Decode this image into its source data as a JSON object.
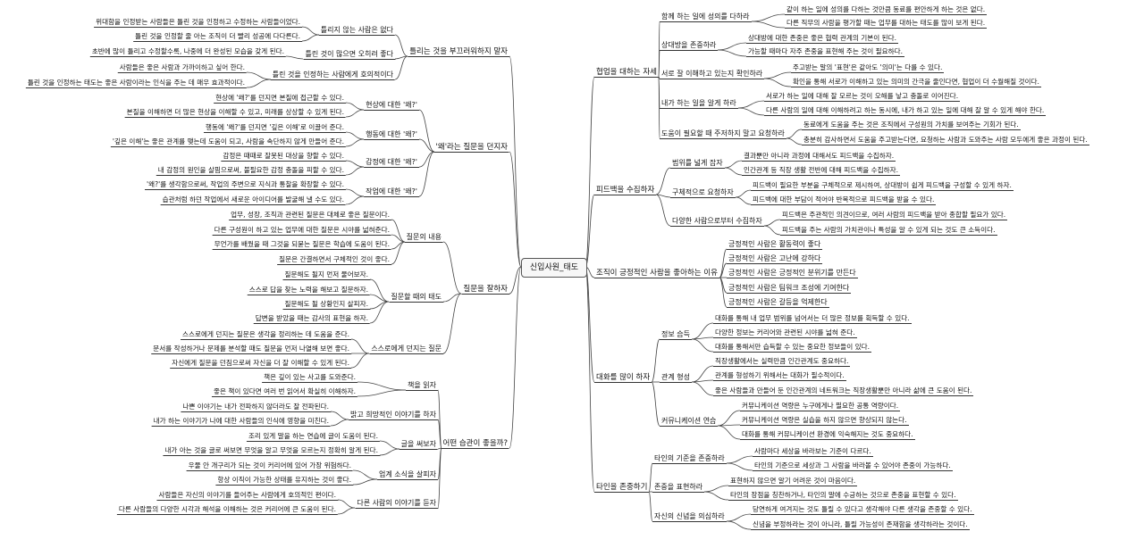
{
  "root": "신입사원_태도",
  "right": [
    {
      "label": "협업을 대하는 자세",
      "children": [
        {
          "label": "함께 하는 일에 성의를 다하라",
          "children": [
            "같이 하는 일에 성의를 다하는 것만큼 동료를 편안하게 하는 것은 없다.",
            "다른 직무의 사람을 평가할 때는 업무를 대하는 태도를 많이 보게 된다."
          ]
        },
        {
          "label": "상대방을 존중하라",
          "children": [
            "상대방에 대한 존중은 좋은 협력 관계의 기본이 된다.",
            "가능할 때마다 자주 존중을 표현해 주는 것이 필요하다."
          ]
        },
        {
          "label": "서로 잘 이해하고 있는지 확인하라",
          "children": [
            "주고받는 말의 '표현'은 같아도 '의미'는 다를 수 있다.",
            "확인을 통해 서로가 이해하고 있는 의미의 간극을 줄인다면, 협업이 더 수월해질 것이다."
          ]
        },
        {
          "label": "내가 하는 일을 알게 하라",
          "children": [
            "서로가 하는 일에 대해 잘 모르는 것이 오해를 낳고 충돌로 이어진다.",
            "다른 사람의 일에 대해 이해하려고 하는 동시에, 내가 하고 있는 일에 대해 잘 알 수 있게 해야 한다."
          ]
        },
        {
          "label": "도움이 필요할 때 주저하지 말고 요청하라",
          "children": [
            "동료에게 도움을 주는 것은 조직에서 구성원의 가치를 보여주는 기회가 된다.",
            "충분히 감사하면서 도움을 주고받는다면, 요청하는 사람과 도와주는 사람 모두에게 좋은 과정이 된다."
          ]
        }
      ]
    },
    {
      "label": "피드백을 수집하자",
      "children": [
        {
          "label": "범위를 넓게 잡자",
          "children": [
            "결과뿐만 아니라 과정에 대해서도 피드백을 수집하자.",
            "인간관계 등 직장 생활 전반에 대해 피드백을 수집하자."
          ]
        },
        {
          "label": "구체적으로 요청하자",
          "children": [
            "피드백이 필요한 부분을 구체적으로 제시하여, 상대방이 쉽게 피드백을 구성할 수 있게 하자.",
            "피드백에 대한 부담이 적어야 반복적으로 피드백을 받을 수 있다."
          ]
        },
        {
          "label": "다양한 사람으로부터 수집하자",
          "children": [
            "피드백은 주관적인 의견이므로, 여러 사람의 피드백을 받아 종합할 필요가 있다.",
            "피드백을 주는 사람의 가치관이나 특성을 알 수 있게 되는 것도 큰 소득이다."
          ]
        }
      ]
    },
    {
      "label": "조직이 긍정적인 사람을 좋아하는 이유",
      "children": [
        {
          "label": "긍정적인 사람은 활동력이 좋다",
          "children": []
        },
        {
          "label": "긍정적인 사람은 고난에 강하다",
          "children": []
        },
        {
          "label": "긍정적인 사람은 긍정적인 분위기를 만든다",
          "children": []
        },
        {
          "label": "긍정적인 사람은 팀워크 조성에 기여한다",
          "children": []
        },
        {
          "label": "긍정적인 사람은 갈등을 억제한다",
          "children": []
        }
      ]
    },
    {
      "label": "대화를 많이 하자",
      "children": [
        {
          "label": "정보 습득",
          "children": [
            "대화를 통해 내 업무 범위를 넘어서는 더 많은 정보를 획득할 수 있다.",
            "다양한 정보는 커리어와 관련된 시야를 넓혀 준다.",
            "대화를 통해서만 습득할 수 있는 중요한 정보들이 있다."
          ]
        },
        {
          "label": "관계 형성",
          "children": [
            "직장생활에서는 실력만큼 인간관계도 중요하다.",
            "관계를 형성하기 위해서는 대화가 필수적이다.",
            "좋은 사람들과 만들어 둔 인간관계의 네트워크는 직장생활뿐만 아니라 삶에 큰 도움이 된다."
          ]
        },
        {
          "label": "커뮤니케이션 연습",
          "children": [
            "커뮤니케이션 역량은 누구에게나 필요한 공통 역량이다.",
            "커뮤니케이션 역량은 실습을 하지 않으면 향상되지 않는다.",
            "대화를 통해 커뮤니케이션 환경에 익숙해지는 것도 중요하다."
          ]
        }
      ]
    },
    {
      "label": "타인을 존중하기",
      "children": [
        {
          "label": "타인의 기준을 존중하라",
          "children": [
            "사람마다 세상을 바라보는 기준이 다르다.",
            "타인의 기준으로 세상과 그 사람을 바라볼 수 있어야 존중이 가능하다."
          ]
        },
        {
          "label": "존중을 표현하라",
          "children": [
            "표현하지 않으면 알기 어려운 것이 마음이다.",
            "타인의 장점을 칭찬하거나, 타인의 말에 수긍하는 것으로 존중을 표현할 수 있다."
          ]
        },
        {
          "label": "자신의 신념을 의심하라",
          "children": [
            "당연하게 여겨지는 것도 틀릴 수 있다고 생각해야 다른 생각을 존중할 수 있다.",
            "신념을 부정하라는 것이 아니라, 틀릴 가능성이 존재함을 생각하라는 것이다."
          ]
        }
      ]
    }
  ],
  "left": [
    {
      "label": "틀리는 것을 부끄러워하지 말자",
      "children": [
        {
          "label": "틀리지 않는 사람은 없다",
          "children": [
            "위대함을 인정받는 사람들은 틀린 것을 인정하고 수정하는 사람들이었다.",
            "틀린 것을 인정할 줄 아는 조직이 더 빨리 성공에 다다른다."
          ]
        },
        {
          "label": "틀린 것이 많으면 오히려 좋다",
          "children": [
            "초반에 많이 틀리고 수정할수록, 나중에 더 완성된 모습을 갖게 된다."
          ]
        },
        {
          "label": "틀린 것을 인정하는 사람에게 호의적이다",
          "children": [
            "사람들은 좋은 사람과 가까이하고 싶어 한다.",
            "틀린 것을 인정하는 태도는 좋은 사람이라는 인식을 주는 데 매우 효과적이다."
          ]
        }
      ]
    },
    {
      "label": "'왜'라는 질문을 던지자",
      "children": [
        {
          "label": "현상에 대한 '왜?'",
          "children": [
            "현상에 '왜?'를 던지면 본질에 접근할 수 있다.",
            "본질을 이해하면 더 많은 현상을 이해할 수 있고, 미래를 상상할 수 있게 된다."
          ]
        },
        {
          "label": "행동에 대한 '왜?'",
          "children": [
            "행동에 '왜?'를 던지면 '깊은 이해'로 이끌어 준다.",
            "'깊은 이해'는 좋은 관계를 맺는데 도움이 되고, 사람을 속단하지 않게 만들어 준다."
          ]
        },
        {
          "label": "감정에 대한 '왜?'",
          "children": [
            "감정은 때때로 잘못된 대상을 향할 수 있다.",
            "내 감정의 원인을 살핌으로써, 불필요한 감정 충돌을 피할 수 있다."
          ]
        },
        {
          "label": "작업에 대한 '왜?'",
          "children": [
            "'왜?'를 생각함으로써, 작업의 주변으로 지식과 통찰을 확장할 수 있다.",
            "습관처럼 하던 작업에서 새로운 아이디어를 발굴해 낼 수도 있다."
          ]
        }
      ]
    },
    {
      "label": "질문을 잘하자",
      "children": [
        {
          "label": "질문의 내용",
          "children": [
            "업무, 성장, 조직과 관련된 질문은 대체로 좋은 질문이다.",
            "다른 구성원이 하고 있는 업무에 대한 질문은 시야를 넓혀준다.",
            "무언가를 배웠을 때 그것을 되묻는 질문은 학습에 도움이 된다.",
            "질문은 간결하면서 구체적인 것이 좋다."
          ]
        },
        {
          "label": "질문할 때의 태도",
          "children": [
            "질문해도 될지 먼저 물어보자.",
            "스스로 답을 찾는 노력을 해보고 질문하자.",
            "질문해도 될 상황인지 살피자.",
            "답변을 받았을 때는 감사의 표현을 하자."
          ]
        },
        {
          "label": "스스로에게 던지는 질문",
          "children": [
            "스스로에게 던지는 질문은 생각을 정리하는 데 도움을 준다.",
            "문서를 작성하거나 문제를 분석할 때도 질문을 먼저 나열해 보면 좋다.",
            "자신에게 질문을 던짐으로써 자신을 더 잘 이해할 수 있게 된다."
          ]
        }
      ]
    },
    {
      "label": "어떤 습관이 좋을까?",
      "children": [
        {
          "label": "책을 읽자",
          "children": [
            "책은 깊이 있는 사고를 도와준다.",
            "좋은 책이 있다면 여러 번 읽어서 확실히 이해하자."
          ]
        },
        {
          "label": "밝고 희망적인 이야기를 하자",
          "children": [
            "나쁜 이야기는 내가 전파하지 않더라도 잘 전파된다.",
            "내가 하는 이야기가 나에 대한 사람들의 인식에 영향을 미친다."
          ]
        },
        {
          "label": "글을 써보자",
          "children": [
            "조리 있게 말을 하는 연습에 글이 도움이 된다.",
            "내가 아는 것을 글로 써보면 무엇을 알고 무엇을 모르는지 정확히 알게 된다."
          ]
        },
        {
          "label": "업계 소식을 살피자",
          "children": [
            "우물 안 개구리가 되는 것이 커리어에 있어 가장 위험하다.",
            "항상 이직이 가능한 상태를 유지하는 것이 좋다."
          ]
        },
        {
          "label": "다른 사람의 이야기를 듣자",
          "children": [
            "사람들은 자신의 이야기를 들어주는 사람에게 호의적인 편이다.",
            "다른 사람들의 다양한 시각과 해석을 이해하는 것은 커리어에 큰 도움이 된다."
          ]
        }
      ]
    }
  ]
}
